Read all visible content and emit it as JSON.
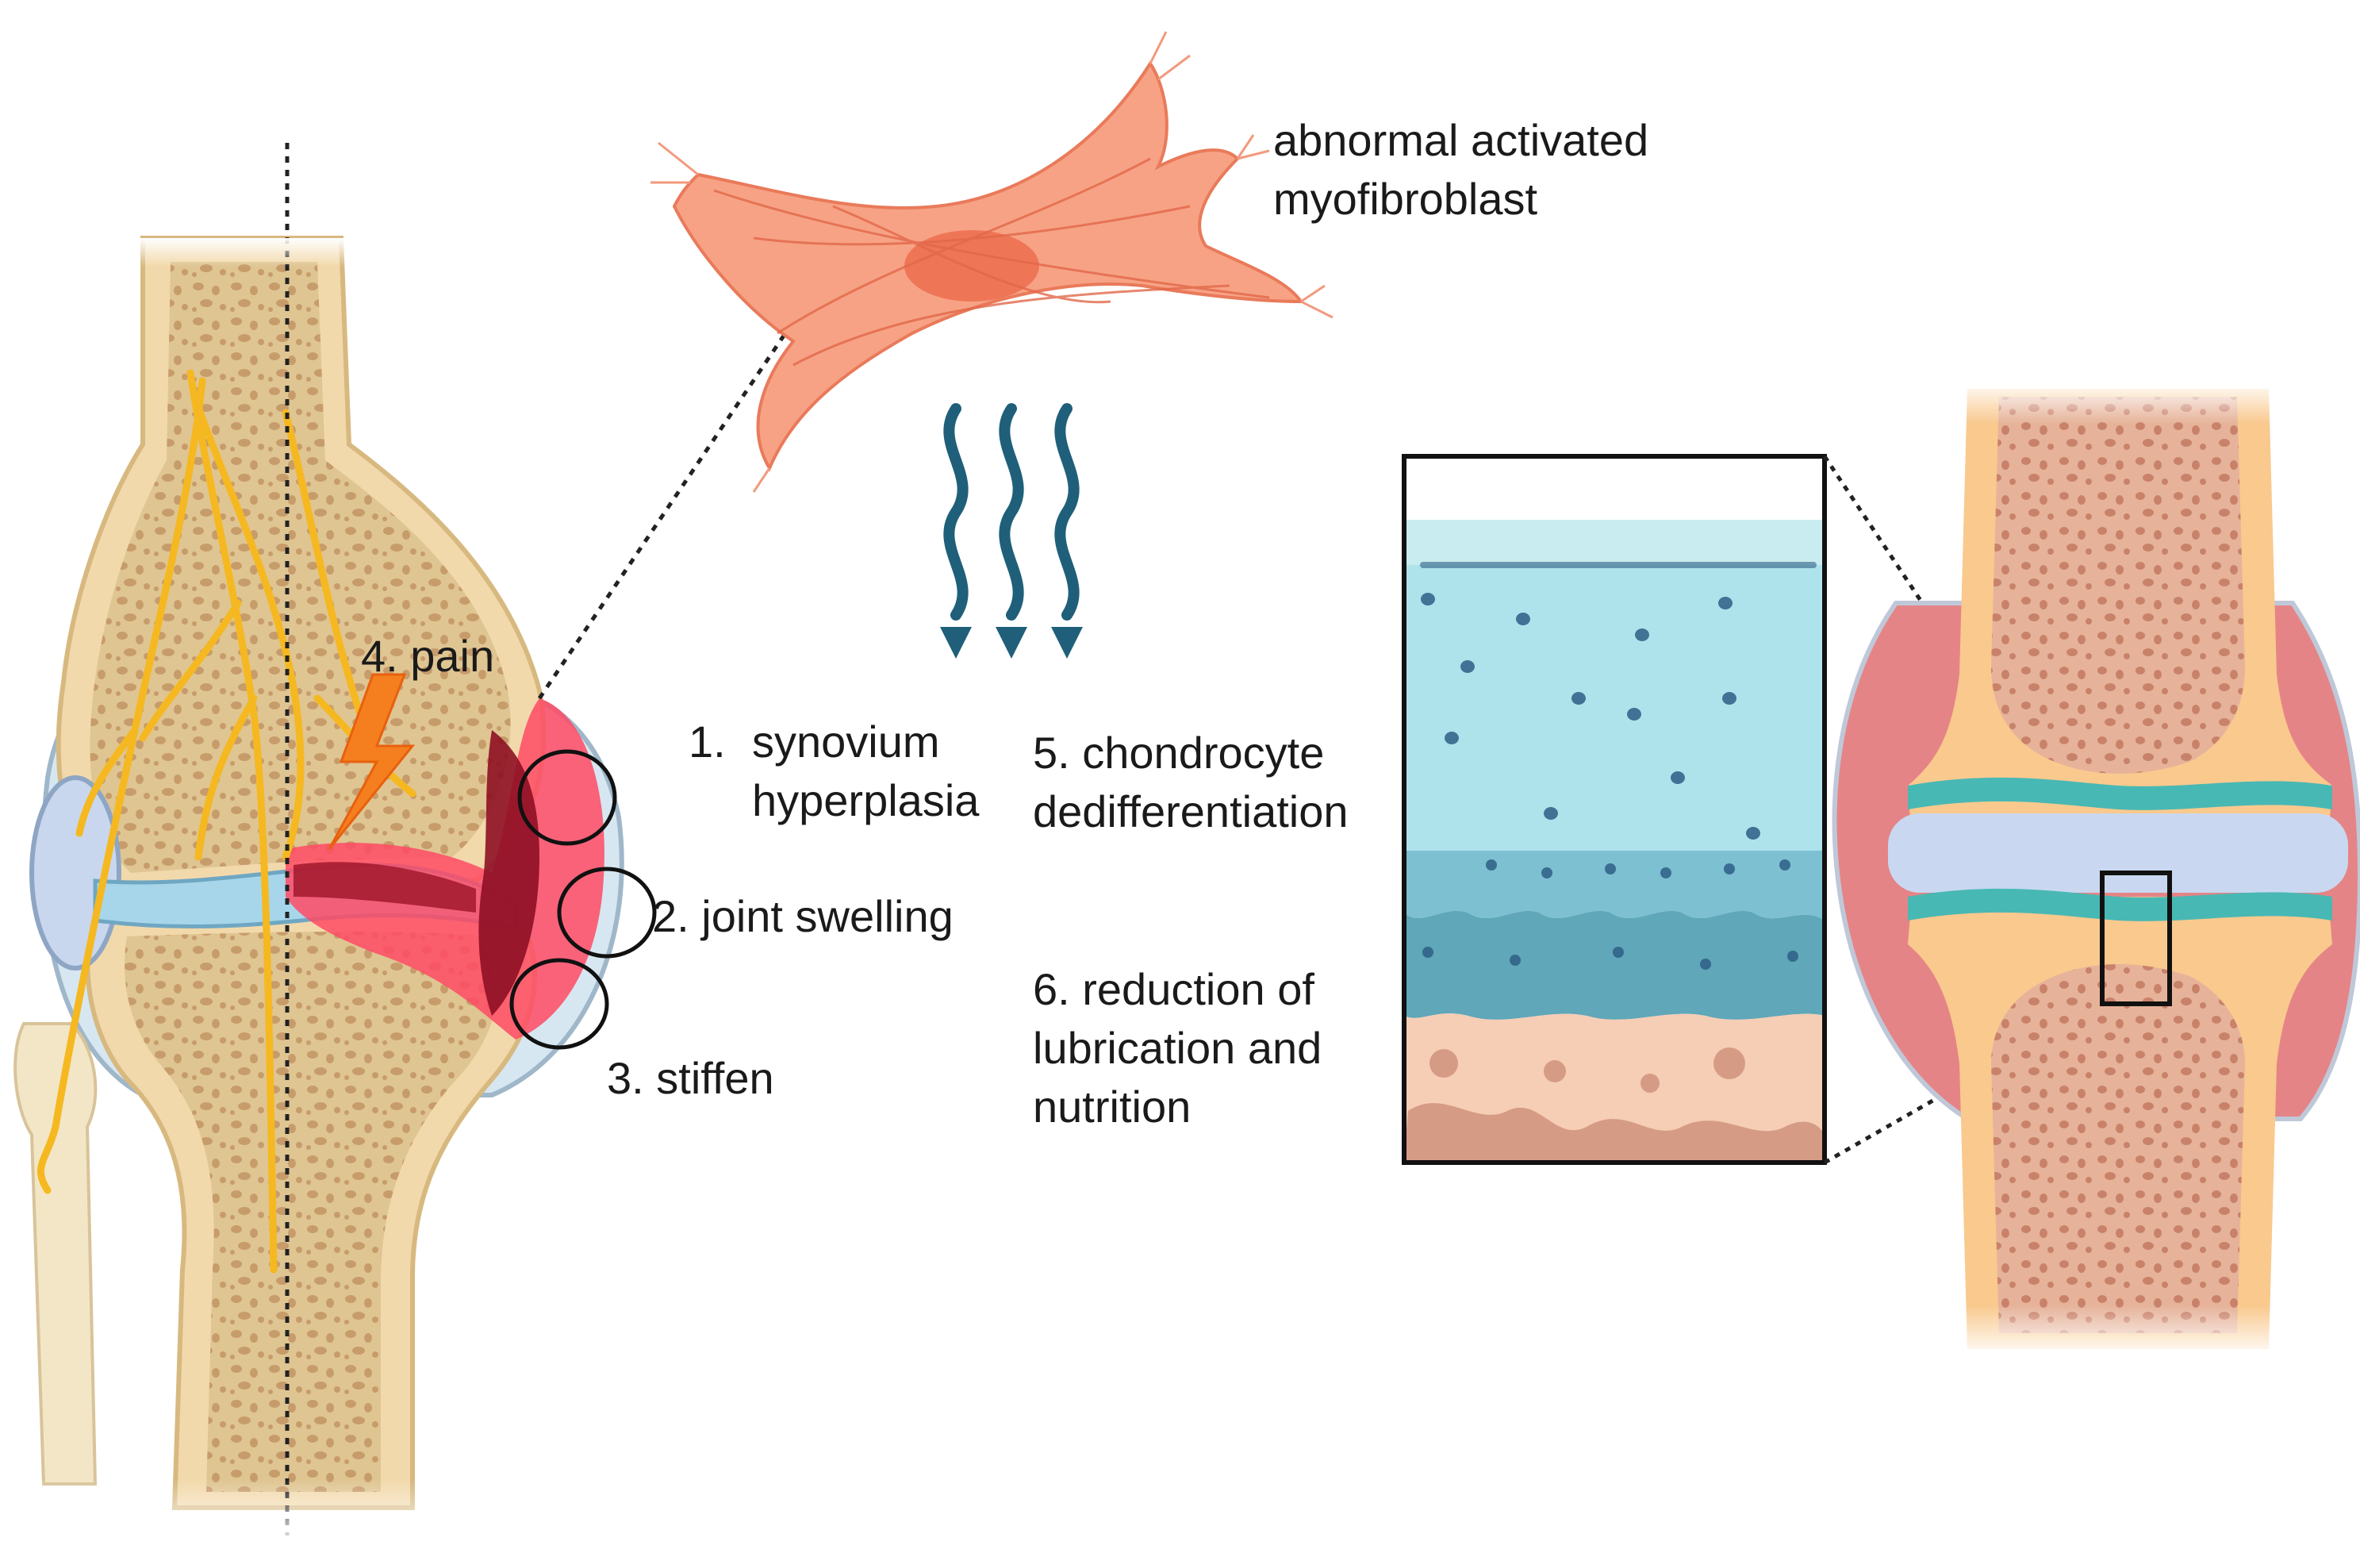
{
  "labels": {
    "myofibroblast_line1": "abnormal activated",
    "myofibroblast_line2": "myofibroblast",
    "synovium_num": "1.",
    "synovium_line1": "synovium",
    "synovium_line2": "hyperplasia",
    "swelling": "2. joint swelling",
    "stiffen": "3. stiffen",
    "pain": "4. pain",
    "chondrocyte_line1": "5. chondrocyte",
    "chondrocyte_line2": "dedifferentiation",
    "reduction_line1": "6. reduction of",
    "reduction_line2": "lubrication and",
    "reduction_line3": "nutrition"
  },
  "colors": {
    "bone_shell": "#f2d9ab",
    "bone_marrow": "#dcc08a",
    "marrow_pores": "#c89d6e",
    "nerve": "#f5b820",
    "synovium": "#d9eaf3",
    "inflammation": "#e21b3c",
    "myofibroblast": "#f58e6e",
    "arrows": "#1f5f7a",
    "cartilage": "#a8e0ea",
    "subchondral_bone": "#f6cdb5",
    "healthy_bone_shell": "#f9c98e",
    "healthy_bone_marrow": "#e3a88e",
    "cartilage_teal": "#48b8b4",
    "joint_capsule_red": "#e58486",
    "joint_space": "#c9d8f0"
  },
  "icons": [
    "lightning-bolt-icon",
    "wavy-arrow-icon"
  ]
}
